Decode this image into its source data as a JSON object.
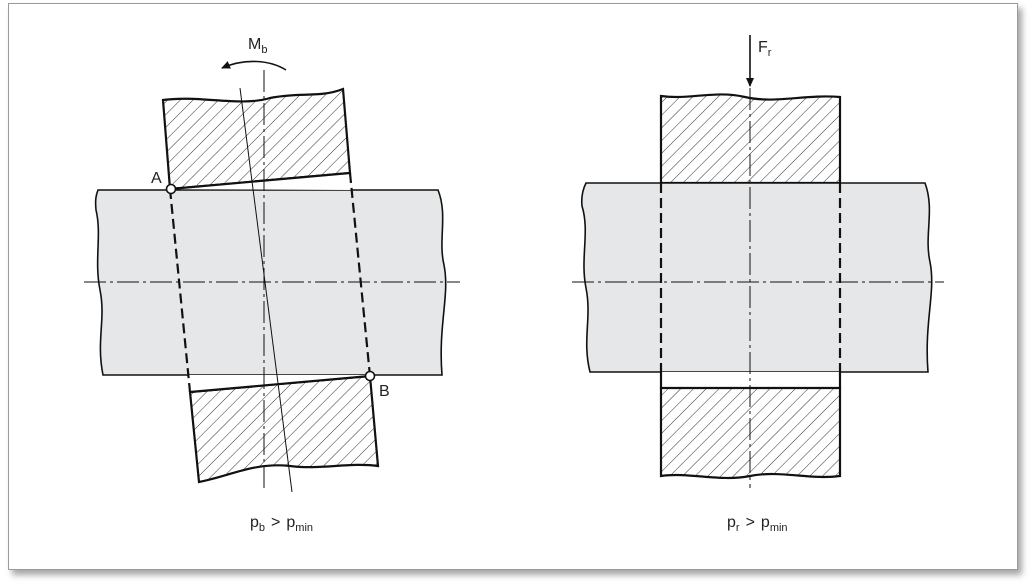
{
  "left": {
    "moment_label": "M",
    "moment_sub": "b",
    "point_a": "A",
    "point_b": "B",
    "caption": {
      "p": "p",
      "p_sub": "b",
      "op": ">",
      "p2": "p",
      "p2_sub": "min"
    }
  },
  "right": {
    "force_label": "F",
    "force_sub": "r",
    "caption": {
      "p": "p",
      "p_sub": "r",
      "op": ">",
      "p2": "p",
      "p2_sub": "min"
    }
  },
  "colors": {
    "shaft_fill": "#e6e7e8",
    "hub_fill": "#ffffff",
    "line": "#111111"
  }
}
